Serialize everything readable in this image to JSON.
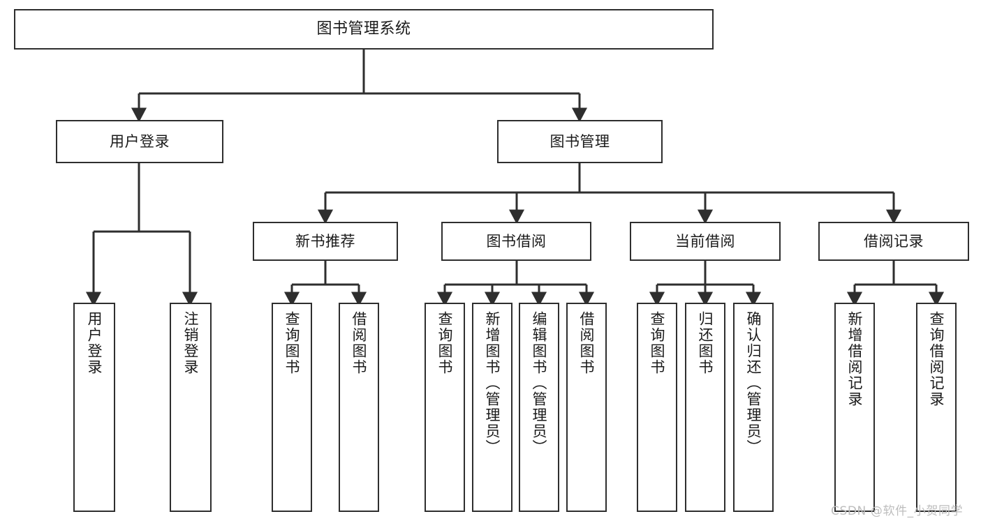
{
  "diagram": {
    "type": "tree",
    "title": "图书管理系统",
    "watermark": "CSDN @软件_小贺同学",
    "colors": {
      "background": "#ffffff",
      "stroke": "#2e2e2e",
      "text": "#1a1a1a",
      "watermark": "#bdbdbd"
    },
    "nodes": {
      "root": {
        "label": "图书管理系统"
      },
      "tier2": [
        {
          "id": "user-login",
          "label": "用户登录"
        },
        {
          "id": "book-manage",
          "label": "图书管理"
        }
      ],
      "tier3": [
        {
          "id": "new-book-recommend",
          "label": "新书推荐"
        },
        {
          "id": "book-borrow",
          "label": "图书借阅"
        },
        {
          "id": "current-borrow",
          "label": "当前借阅"
        },
        {
          "id": "borrow-record",
          "label": "借阅记录"
        }
      ],
      "leaves": {
        "user-login": [
          {
            "id": "leaf-user-login",
            "label": "用户登录"
          },
          {
            "id": "leaf-logout",
            "label": "注销登录"
          }
        ],
        "new-book-recommend": [
          {
            "id": "leaf-query-book-1",
            "label": "查询图书"
          },
          {
            "id": "leaf-borrow-book-1",
            "label": "借阅图书"
          }
        ],
        "book-borrow": [
          {
            "id": "leaf-query-book-2",
            "label": "查询图书"
          },
          {
            "id": "leaf-add-book",
            "label": "新增图书（管理员）"
          },
          {
            "id": "leaf-edit-book",
            "label": "编辑图书（管理员）"
          },
          {
            "id": "leaf-borrow-book-2",
            "label": "借阅图书"
          }
        ],
        "current-borrow": [
          {
            "id": "leaf-query-book-3",
            "label": "查询图书"
          },
          {
            "id": "leaf-return-book",
            "label": "归还图书"
          },
          {
            "id": "leaf-confirm-return",
            "label": "确认归还（管理员）"
          }
        ],
        "borrow-record": [
          {
            "id": "leaf-add-record",
            "label": "新增借阅记录"
          },
          {
            "id": "leaf-query-record",
            "label": "查询借阅记录"
          }
        ]
      }
    }
  }
}
